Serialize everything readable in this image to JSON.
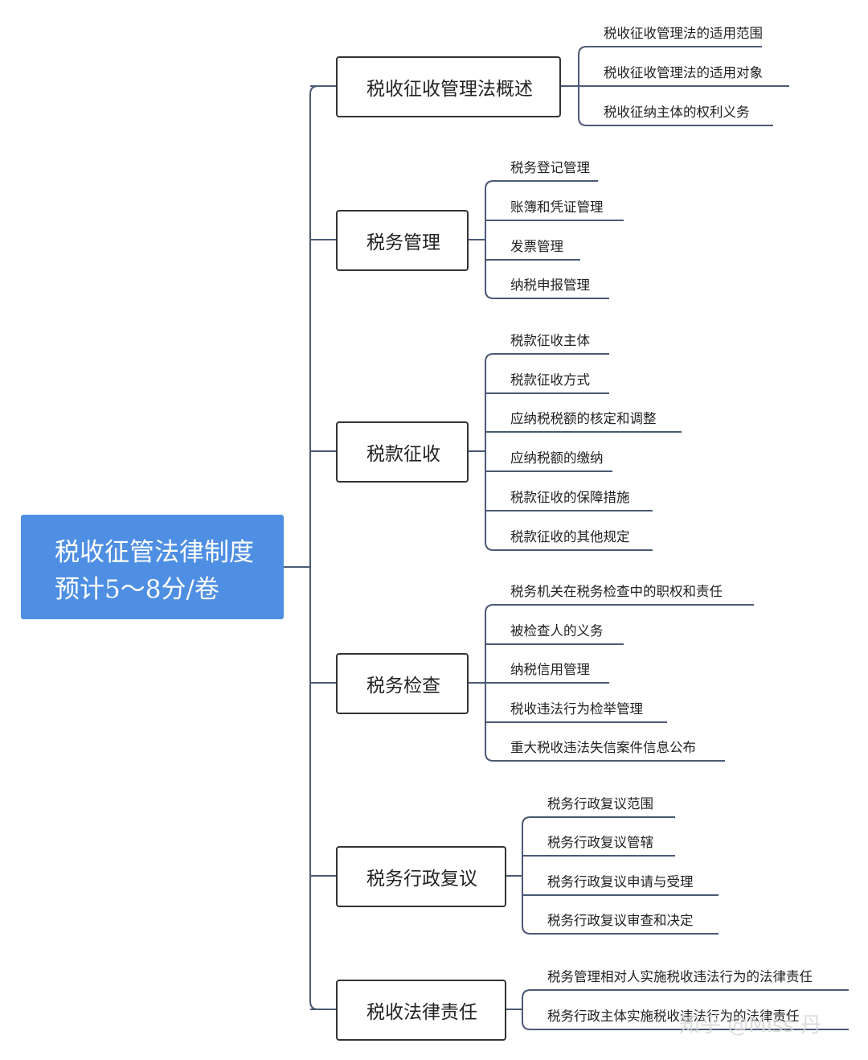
{
  "root": {
    "line1": "税收征管法律制度",
    "line2": "预计5～8分/卷"
  },
  "branches": [
    {
      "label": "税收征收管理法概述",
      "items": [
        "税收征收管理法的适用范围",
        "税收征收管理法的适用对象",
        "税收征纳主体的权利义务"
      ]
    },
    {
      "label": "税务管理",
      "items": [
        "税务登记管理",
        "账簿和凭证管理",
        "发票管理",
        "纳税申报管理"
      ]
    },
    {
      "label": "税款征收",
      "items": [
        "税款征收主体",
        "税款征收方式",
        "应纳税税额的核定和调整",
        "应纳税额的缴纳",
        "税款征收的保障措施",
        "税款征收的其他规定"
      ]
    },
    {
      "label": "税务检查",
      "items": [
        "税务机关在税务检查中的职权和责任",
        "被检查人的义务",
        "纳税信用管理",
        "税收违法行为检举管理",
        "重大税收违法失信案件信息公布"
      ]
    },
    {
      "label": "税务行政复议",
      "items": [
        "税务行政复议范围",
        "税务行政复议管辖",
        "税务行政复议申请与受理",
        "税务行政复议审查和决定"
      ]
    },
    {
      "label": "税收法律责任",
      "items": [
        "税务管理相对人实施税收违法行为的法律责任",
        "税务行政主体实施税收违法行为的法律责任"
      ]
    }
  ],
  "watermark": "知乎 @Miss 丹",
  "colors": {
    "root_bg": "#4e8fe3",
    "line": "#4a5a75",
    "box_border": "#333333"
  }
}
